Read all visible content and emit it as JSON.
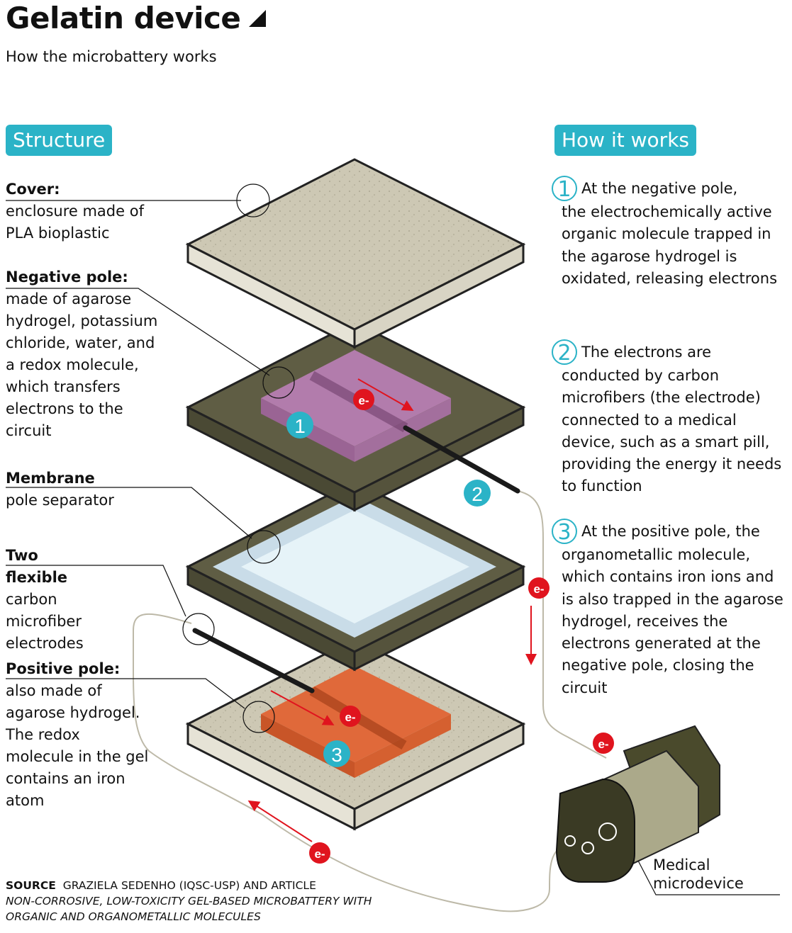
{
  "header": {
    "title": "Gelatin device",
    "subtitle": "How the microbattery works"
  },
  "structure": {
    "pill": "Structure",
    "labels": [
      {
        "heading": "Cover:",
        "text": "enclosure made of PLA bioplastic"
      },
      {
        "heading": "Negative pole:",
        "text": "made of agarose hydrogel, potassium chloride, water, and a redox molecule, which transfers electrons to the circuit"
      },
      {
        "heading": "Membrane",
        "text": "pole separator"
      },
      {
        "heading": "Two flexible",
        "text": "carbon microfiber electrodes"
      },
      {
        "heading": "Positive pole:",
        "text": "also made of agarose hydrogel. The redox molecule in the gel contains an iron atom"
      }
    ]
  },
  "how_it_works": {
    "pill": "How it works",
    "steps": [
      {
        "num": "1",
        "text_first": "At the negative pole,",
        "text_rest": "the electrochemically active organic molecule trapped in the agarose hydrogel is oxidated, releasing electrons"
      },
      {
        "num": "2",
        "text_first": "The electrons are",
        "text_rest": "conducted by carbon microfibers (the electrode) connected to a medical device, such as a smart pill, providing the energy it needs to function"
      },
      {
        "num": "3",
        "text_first": "At the positive pole, the",
        "text_rest": "organometallic molecule, which contains iron ions and is also trapped in the agarose hydrogel, receives the electrons generated at the negative pole, closing the circuit"
      }
    ]
  },
  "diagram": {
    "electron_label": "e-",
    "marker_1": "1",
    "marker_2": "2",
    "marker_3": "3",
    "device_label": "Medical microdevice"
  },
  "source": {
    "label": "SOURCE",
    "text": "GRAZIELA SEDENHO (IQSC-USP) AND ARTICLE",
    "article": "NON-CORROSIVE, LOW-TOXICITY GEL-BASED MICROBATTERY WITH ORGANIC AND ORGANOMETALLIC MOLECULES"
  },
  "colors": {
    "accent": "#2bb3c7",
    "electron": "#e0141e",
    "cover": "#cdc8b4",
    "frame": "#5f5d44",
    "negative_gel": "#b27cac",
    "positive_gel": "#e0693a",
    "membrane": "#dcecf3",
    "device": "#4a4a2c"
  }
}
